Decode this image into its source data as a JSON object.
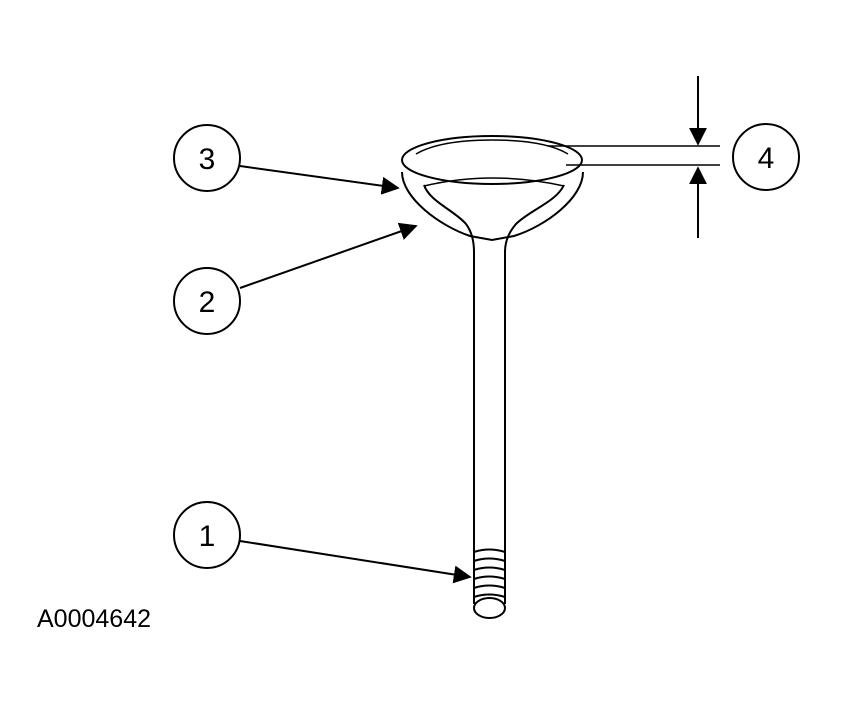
{
  "figure": {
    "id_label": "A0004642"
  },
  "callouts": [
    {
      "number": "1"
    },
    {
      "number": "2"
    },
    {
      "number": "3"
    },
    {
      "number": "4"
    }
  ]
}
